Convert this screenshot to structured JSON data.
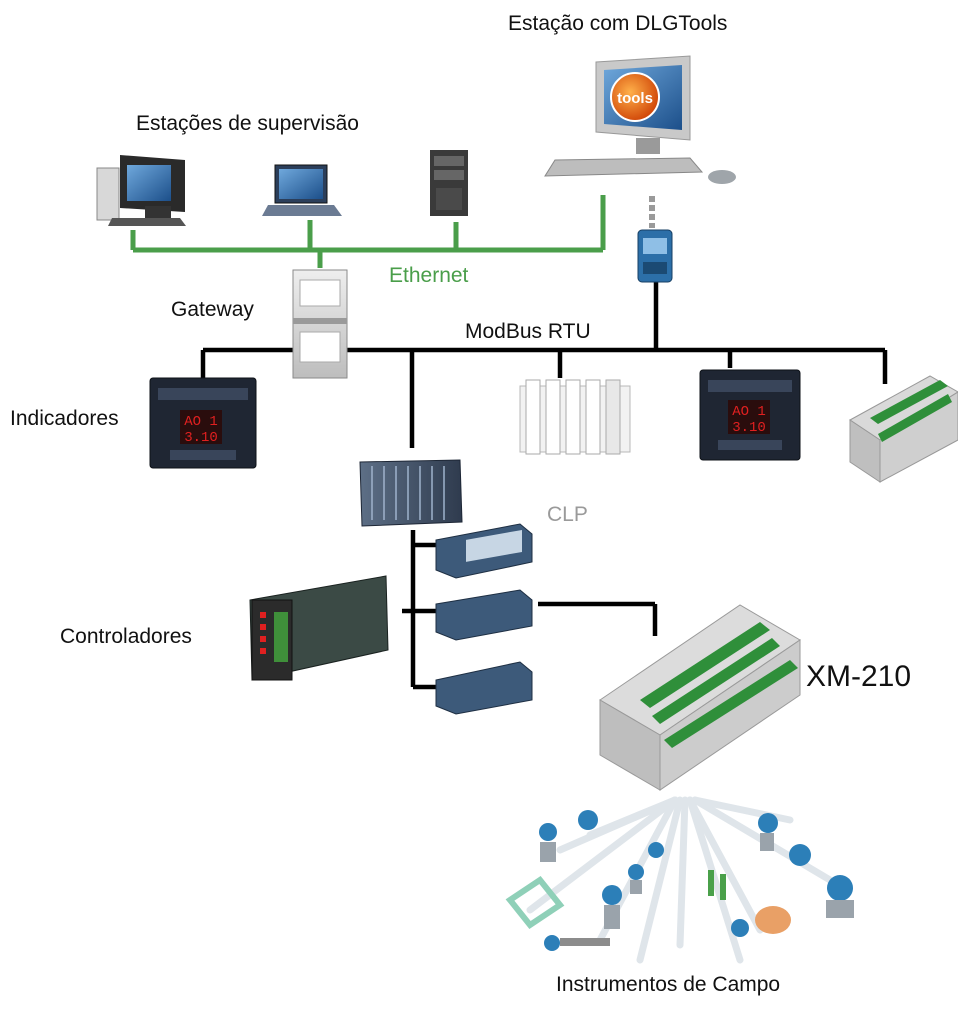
{
  "labels": {
    "dlgtools_station": "Estação com DLGTools",
    "supervision_stations": "Estações de supervisão",
    "ethernet": "Ethernet",
    "gateway": "Gateway",
    "modbus": "ModBus RTU",
    "indicators": "Indicadores",
    "clp": "CLP",
    "controllers": "Controladores",
    "xm210": "XM-210",
    "field_instruments": "Instrumentos de Campo",
    "tools_logo": "tools"
  },
  "colors": {
    "ethernet": "#4a9e4a",
    "modbus": "#000000",
    "clp_label": "#9a9a9a",
    "terminal_green": "#2f8f3a",
    "display_red": "#e02020"
  }
}
